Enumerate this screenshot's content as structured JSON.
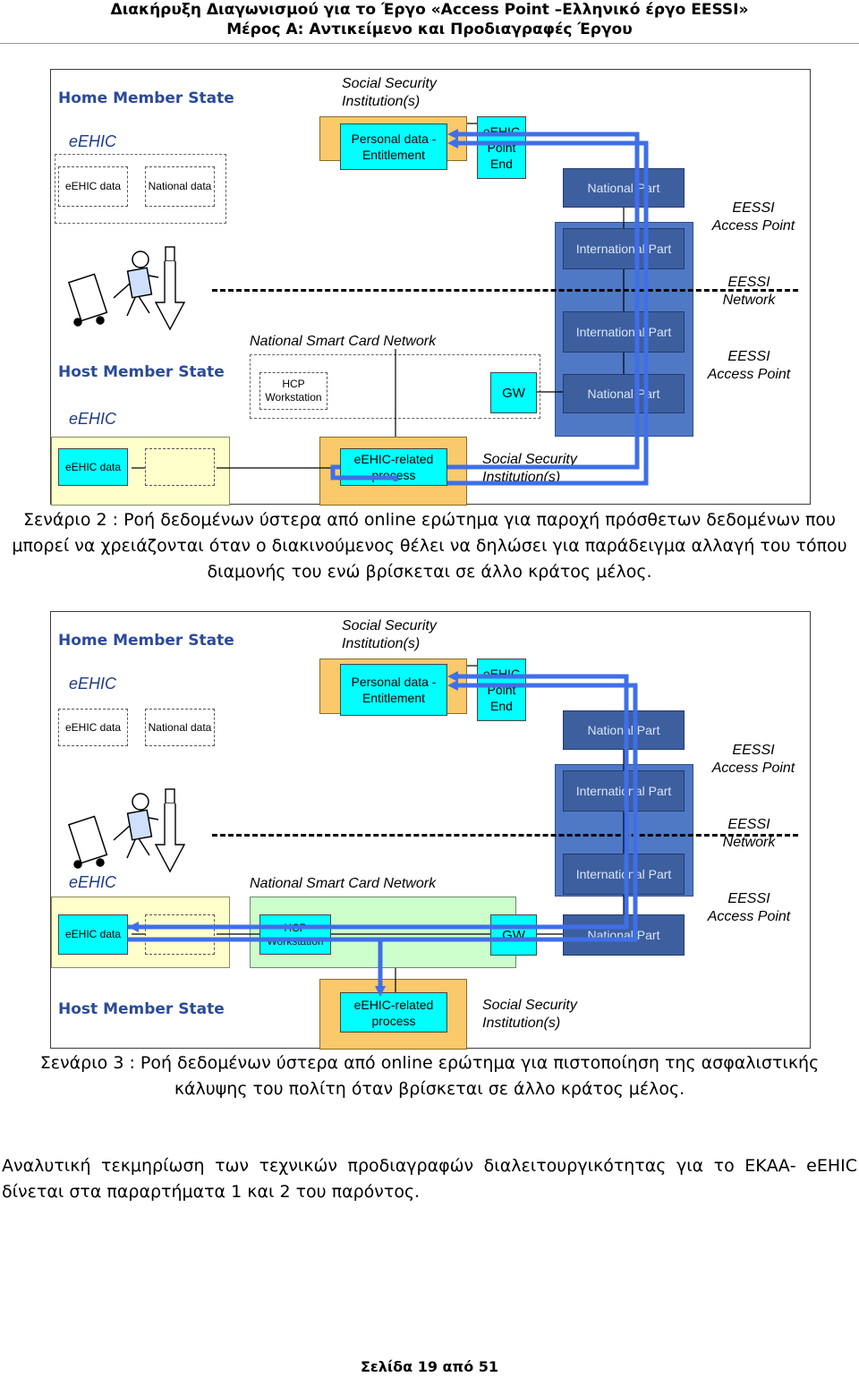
{
  "header": {
    "line1": "Διακήρυξη Διαγωνισμού για το Έργο «Access Point –Ελληνικό έργο EESSI»",
    "line2": "Μέρος Α: Αντικείμενο και Προδιαγραφές Έργου"
  },
  "diagram1": {
    "home_state": "Home Member State",
    "host_state": "Host Member State",
    "home_eehic": "eEHIC",
    "host_eehic": "eEHIC",
    "eehic_data": "eEHIC data",
    "national_data": "National data",
    "ssi_top": "Social Security Institution(s)",
    "personal_data": "Personal data - Entitlement",
    "point_end": "eEHIC Point End",
    "national_part_top": "National Part",
    "international_part_top": "International Part",
    "international_part_bottom": "International Part",
    "national_part_bottom": "National Part",
    "eessi_ap_top": "EESSI Access Point",
    "eessi_network": "EESSI Network",
    "eessi_ap_bottom": "EESSI Access Point",
    "smart_card_network": "National Smart Card Network",
    "hcp_workstation": "HCP Workstation",
    "gw": "GW",
    "lower_eehic_data": "eEHIC data",
    "related_process": "eEHIC-related process",
    "ssi_bottom": "Social Security Institution(s)"
  },
  "caption1": "Σενάριο 2 : Ροή δεδομένων ύστερα από online ερώτημα για παροχή πρόσθετων δεδομένων που μπορεί να χρειάζονται όταν ο διακινούμενος θέλει να δηλώσει για παράδειγμα αλλαγή του τόπου διαμονής του ενώ βρίσκεται σε άλλο κράτος μέλος.",
  "diagram2": {
    "home_state": "Home Member State",
    "host_state": "Host Member State",
    "home_eehic": "eEHIC",
    "host_eehic": "eEHIC",
    "eehic_data": "eEHIC data",
    "national_data": "National data",
    "ssi_top": "Social Security Institution(s)",
    "personal_data": "Personal data - Entitlement",
    "point_end": "eEHIC Point End",
    "national_part_top": "National Part",
    "international_part_top": "International Part",
    "international_part_bottom": "International Part",
    "national_part_bottom": "National Part",
    "eessi_ap_top": "EESSI Access Point",
    "eessi_network": "EESSI Network",
    "eessi_ap_bottom": "EESSI Access Point",
    "smart_card_network": "National Smart Card Network",
    "hcp_workstation": "HCP Workstation",
    "gw": "GW",
    "lower_eehic_data": "eEHIC data",
    "related_process": "eEHIC-related process",
    "ssi_bottom": "Social Security Institution(s)"
  },
  "caption2": "Σενάριο 3 : Ροή δεδομένων ύστερα από online ερώτημα για πιστοποίηση της ασφαλιστικής κάλυψης του πολίτη όταν βρίσκεται σε άλλο κράτος μέλος.",
  "paragraph": "Αναλυτική τεκμηρίωση των τεχνικών προδιαγραφών διαλειτουργικότητας για το ΕΚΑΑ- eEHIC δίνεται στα παραρτήματα 1 και 2 του παρόντος.",
  "footer": "Σελίδα 19 από 51",
  "colors": {
    "flow_arrow": "#3f6fe8",
    "cyan_box": "#00ffff",
    "institution_box": "#f9c96b",
    "access_point_column": "#4f79c5",
    "state_label": "#2b4a9a",
    "host_area": "#ffffcc",
    "smart_card_area": "#ccffcc"
  }
}
